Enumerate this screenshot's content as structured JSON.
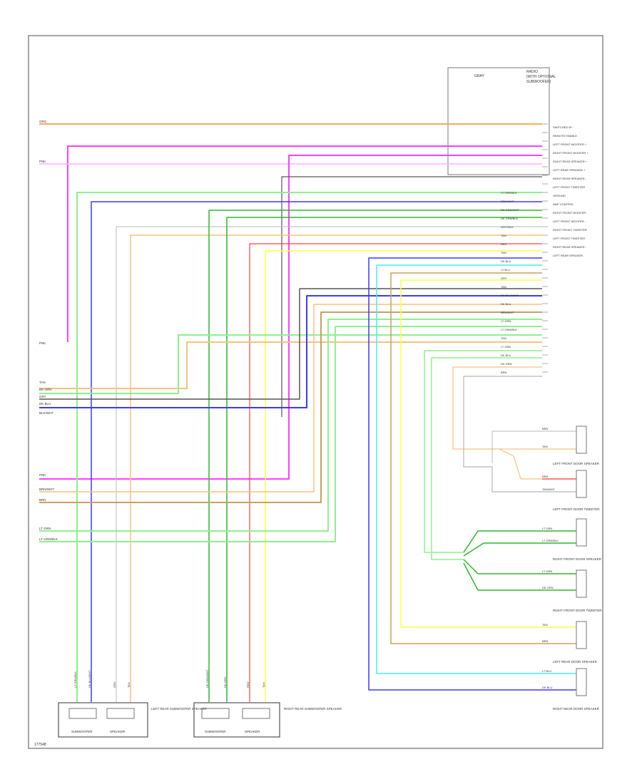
{
  "footer": {
    "code": "177548"
  },
  "module": {
    "gnd_label": "GRAY",
    "note": [
      "RADIO",
      "(WITH OPTIONAL",
      "SUBWOOFER)"
    ],
    "right_labels": [
      "SWITCHED B+",
      "REMOTE ENABLE",
      "LEFT FRONT WOOFER +",
      "RIGHT FRONT WOOFER +",
      "RIGHT REAR SPEAKER +",
      "LEFT REAR SPEAKER +",
      "RIGHT REAR SPEAKER -",
      "LEFT FRONT TWEETER",
      "GROUND",
      "AMP CONTROL",
      "RIGHT FRONT WOOFER -",
      "LEFT FRONT WOOFER -",
      "RIGHT FRONT TWEETER",
      "LEFT FRONT TWEETER",
      "RIGHT REAR SPEAKER -",
      "LEFT REAR SPEAKER -"
    ]
  },
  "left_labels": [
    "ORG",
    "PNK",
    "PNK",
    "TAN",
    "DK GRN",
    "GRY",
    "DK BLU",
    "BLK/WHT",
    "PNK",
    "BRN/WHT",
    "BRN",
    "LT GRN",
    "LT GRN/BLK"
  ],
  "connector_labels": [
    "LT GRN/BLK",
    "BRN/WHT",
    "DK GRN/WHT",
    "DK GRN/BLK",
    "WHT/BLK",
    "TAN",
    "RED",
    "TAN",
    "DK BLU",
    "LT BLU",
    "GRY",
    "TAN",
    "DK BLU/WHT",
    "DK BLU",
    "BRN/WHT",
    "LT GRN",
    "LT GRN/BLK",
    "TAN",
    "LT GRN",
    "DK BLU",
    "DK GRN",
    "BRN"
  ],
  "speakers_right": [
    {
      "name": "LEFT FRONT DOOR SPEAKER",
      "wires": [
        "BRN",
        "TAN"
      ]
    },
    {
      "name": "LEFT FRONT DOOR TWEETER",
      "wires": [
        "BRN",
        "TAN/WHT"
      ]
    },
    {
      "name": "RIGHT FRONT DOOR SPEAKER",
      "wires": [
        "LT GRN",
        "LT GRN/BLK"
      ]
    },
    {
      "name": "RIGHT FRONT DOOR TWEETER",
      "wires": [
        "LT GRN",
        "DK GRN"
      ]
    },
    {
      "name": "LEFT REAR DOOR SPEAKER",
      "wires": [
        "TAN",
        "BRN"
      ]
    },
    {
      "name": "RIGHT REAR DOOR SPEAKER",
      "wires": [
        "LT BLU",
        "DK BLU"
      ]
    }
  ],
  "bottom_groups": [
    {
      "label": "LEFT REAR SUBWOOFER SPEAKER",
      "speakers": [
        "SUBWOOFER",
        "SPEAKER"
      ],
      "wires": [
        "LT GRN/BLK",
        "DK BLU/WHT",
        "GRY",
        "TAN"
      ]
    },
    {
      "label": "RIGHT REAR SUBWOOFER SPEAKER",
      "speakers": [
        "SUBWOOFER",
        "SPEAKER"
      ],
      "wires": [
        "DK GRN/WHT",
        "DK GRN",
        "RED",
        "TAN"
      ]
    }
  ],
  "colors": {
    "orange": "#ffa85a",
    "pink": "#ff40ff",
    "light_pink": "#ffb0ff",
    "tan": "#f5c37a",
    "green": "#2db82d",
    "light_green": "#8ef08e",
    "blue": "#3a3aff",
    "light_blue": "#40f0f0",
    "gray": "#b8b8b8",
    "dark": "#555555",
    "red": "#ff4040",
    "yellow": "#ffff40",
    "brown": "#c8a060"
  }
}
